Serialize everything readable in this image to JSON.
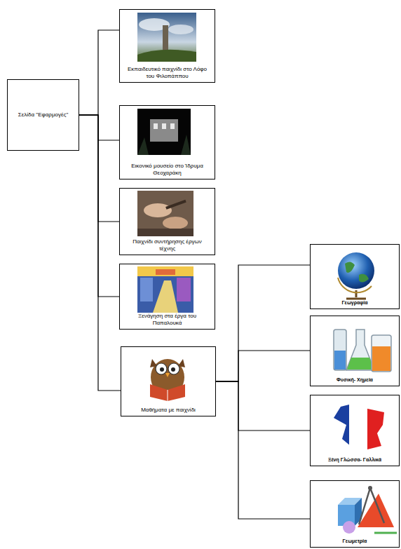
{
  "diagram": {
    "nodes": [
      {
        "text": [
          "Σελίδα \"Εφαρμογές\""
        ]
      },
      {
        "text": [
          "Εκπαιδευτικό παιχνίδι στο Λόφο του Φιλοπάππου"
        ]
      },
      {
        "text": [
          "Εικονικό μουσείο στο Ίδρυμα Θεοχαράκη"
        ]
      },
      {
        "text": [
          "Παιχνίδι συντήρησης έργων τέχνης"
        ]
      },
      {
        "text": [
          "Ξενάγηση στα έργα του Παπαλουκά"
        ]
      },
      {
        "text": [
          "Μαθήματα με παιχνίδι"
        ]
      },
      {
        "text": [
          "Γεωγραφία"
        ]
      },
      {
        "text": [
          "Φυσική- Χημεία"
        ]
      },
      {
        "text": [
          "Ξένη Γλώσσα- Γαλλικά"
        ]
      },
      {
        "text": [
          "Γεωμετρία"
        ]
      }
    ],
    "edges": [
      {
        "from": 0,
        "to": 1,
        "arrow": "none"
      },
      {
        "from": 0,
        "to": 2,
        "arrow": "none"
      },
      {
        "from": 0,
        "to": 3,
        "arrow": "none"
      },
      {
        "from": 0,
        "to": 4,
        "arrow": "none"
      },
      {
        "from": 0,
        "to": 5,
        "arrow": "none"
      },
      {
        "from": 5,
        "to": 6,
        "arrow": "none"
      },
      {
        "from": 5,
        "to": 7,
        "arrow": "none"
      },
      {
        "from": 5,
        "to": 8,
        "arrow": "none"
      },
      {
        "from": 5,
        "to": 9,
        "arrow": "none"
      }
    ]
  }
}
